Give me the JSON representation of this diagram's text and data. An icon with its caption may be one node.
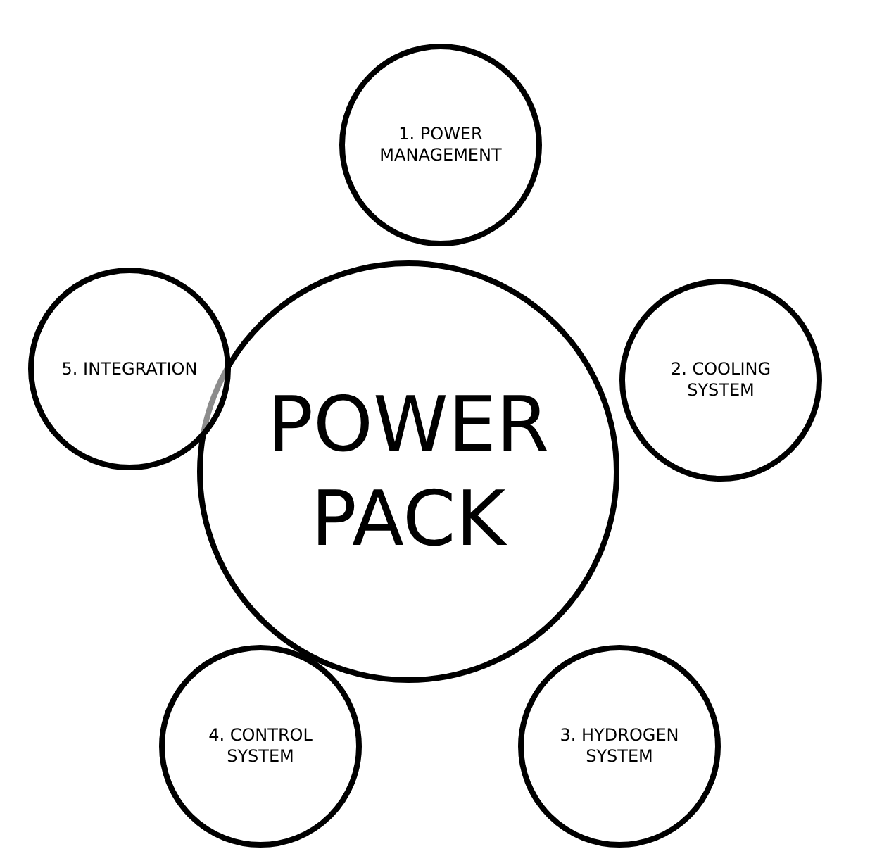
{
  "diagram": {
    "nodes": [
      {
        "text": [
          "POWER PACK"
        ]
      },
      {
        "text": [
          "1. POWER MANAGEMENT"
        ]
      },
      {
        "text": [
          "2. COOLING SYSTEM"
        ]
      },
      {
        "text": [
          "3. HYDROGEN SYSTEM"
        ]
      },
      {
        "text": [
          "4. CONTROL SYSTEM"
        ]
      },
      {
        "text": [
          "5. INTEGRATION"
        ]
      }
    ]
  }
}
